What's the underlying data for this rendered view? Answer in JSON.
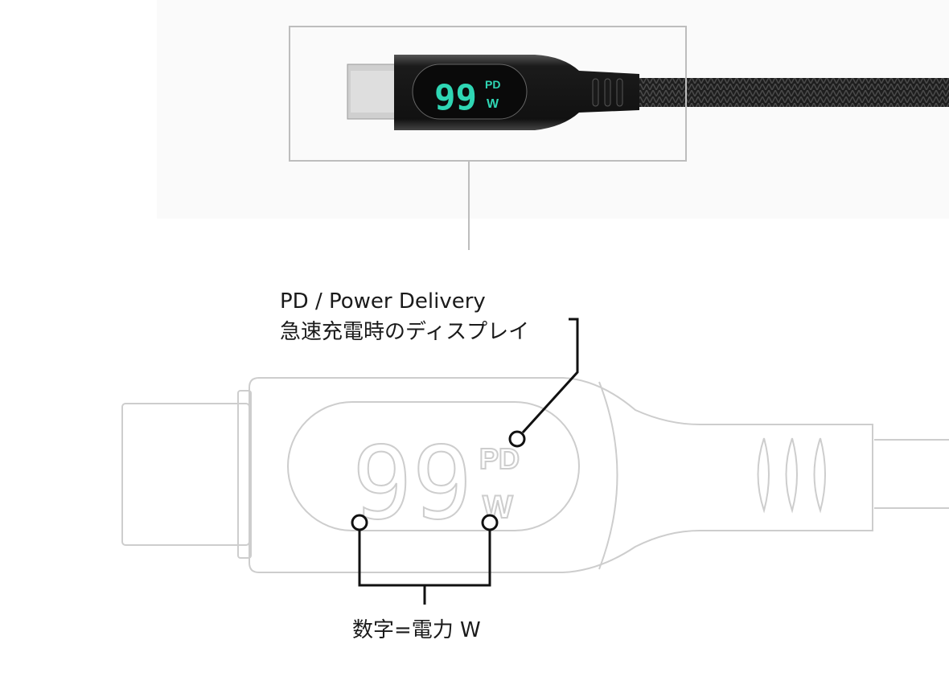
{
  "photo": {
    "display_digits": "99",
    "display_pd": "PD",
    "display_w": "W",
    "display_color": "#2fd6b4"
  },
  "diagram": {
    "digits": "99",
    "pd": "PD",
    "w": "W",
    "outline_color": "#c8c8c8"
  },
  "callouts": {
    "pd_line1": "PD / Power Delivery",
    "pd_line2": "急速充電時のディスプレイ",
    "digits_label": "数字=電力 W"
  }
}
